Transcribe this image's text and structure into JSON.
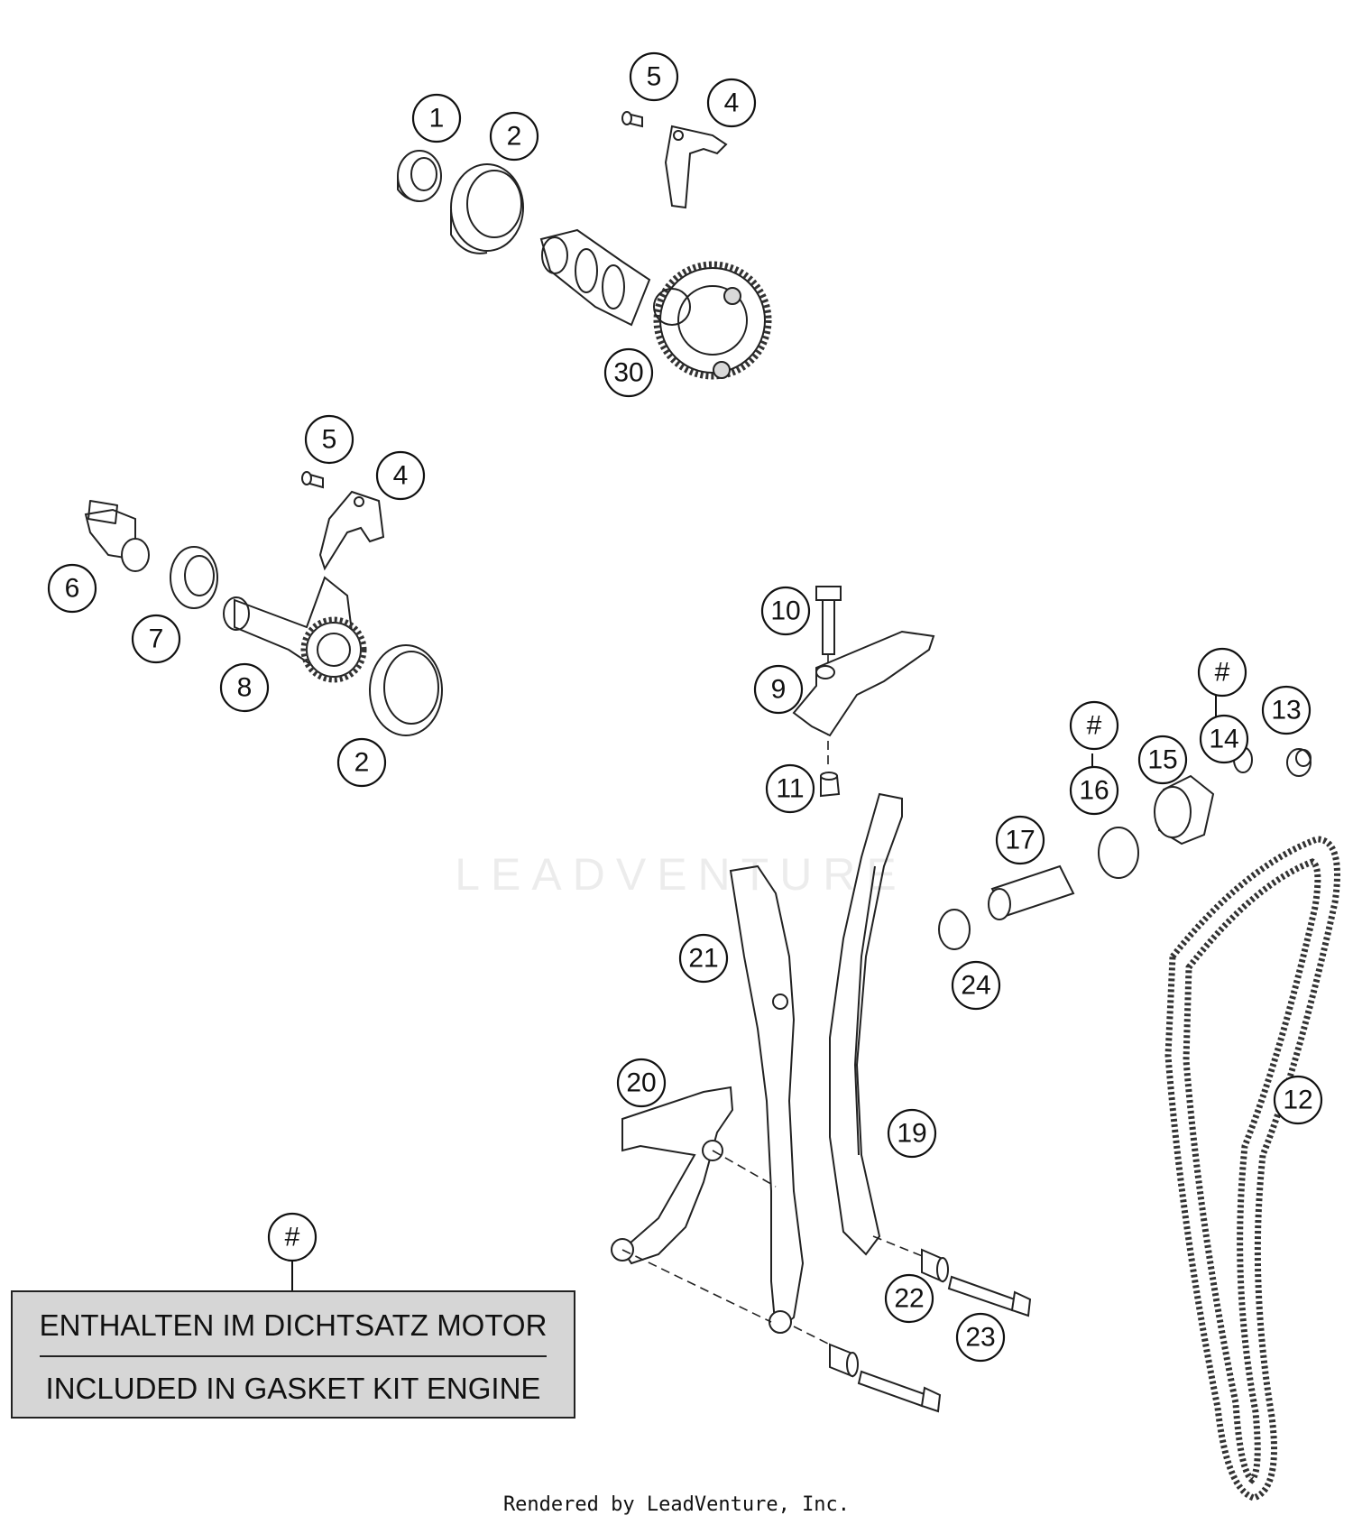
{
  "callouts": [
    {
      "id": "c1",
      "label": "1"
    },
    {
      "id": "c2a",
      "label": "2"
    },
    {
      "id": "c5a",
      "label": "5"
    },
    {
      "id": "c4a",
      "label": "4"
    },
    {
      "id": "c30",
      "label": "30"
    },
    {
      "id": "c5b",
      "label": "5"
    },
    {
      "id": "c4b",
      "label": "4"
    },
    {
      "id": "c6",
      "label": "6"
    },
    {
      "id": "c7",
      "label": "7"
    },
    {
      "id": "c8",
      "label": "8"
    },
    {
      "id": "c2b",
      "label": "2"
    },
    {
      "id": "c10",
      "label": "10"
    },
    {
      "id": "c9",
      "label": "9"
    },
    {
      "id": "c11",
      "label": "11"
    },
    {
      "id": "c13",
      "label": "13"
    },
    {
      "id": "c14",
      "label": "14"
    },
    {
      "id": "c14h",
      "label": "#"
    },
    {
      "id": "c15",
      "label": "15"
    },
    {
      "id": "c16",
      "label": "16"
    },
    {
      "id": "c16h",
      "label": "#"
    },
    {
      "id": "c17",
      "label": "17"
    },
    {
      "id": "c24",
      "label": "24"
    },
    {
      "id": "c21",
      "label": "21"
    },
    {
      "id": "c12",
      "label": "12"
    },
    {
      "id": "c20",
      "label": "20"
    },
    {
      "id": "c19",
      "label": "19"
    },
    {
      "id": "c22",
      "label": "22"
    },
    {
      "id": "c23",
      "label": "23"
    },
    {
      "id": "clegend",
      "label": "#"
    }
  ],
  "legend": {
    "line1": "ENTHALTEN IM DICHTSATZ MOTOR",
    "line2": "INCLUDED IN GASKET KIT ENGINE"
  },
  "watermark": "LEADVENTURE",
  "footer": "Rendered by LeadVenture, Inc."
}
